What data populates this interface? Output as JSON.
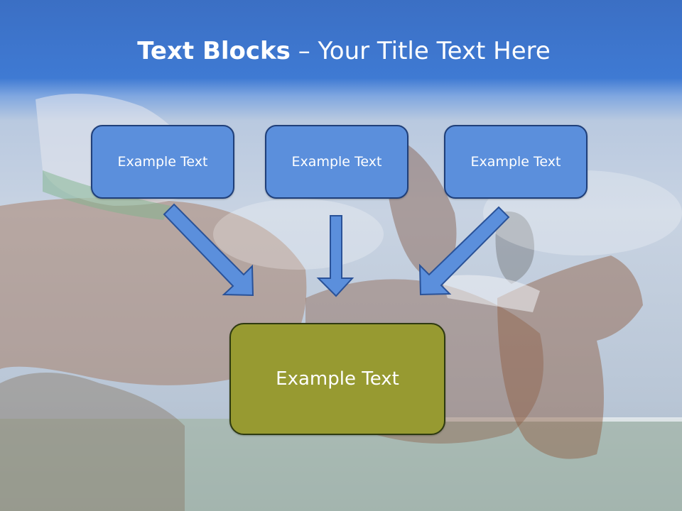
{
  "slide": {
    "title_bold": "Text Blocks",
    "title_separator": " – ",
    "title_rest": "Your Title Text Here",
    "top_boxes": [
      {
        "label": "Example Text"
      },
      {
        "label": "Example Text"
      },
      {
        "label": "Example Text"
      }
    ],
    "bottom_box": {
      "label": "Example Text"
    },
    "colors": {
      "header_blue": "#3f7ad3",
      "box_blue": "#5b8fdc",
      "box_border": "#1f3f7a",
      "bottom_box_olive": "#979a31"
    },
    "background_image": "horse-racing-photo"
  }
}
